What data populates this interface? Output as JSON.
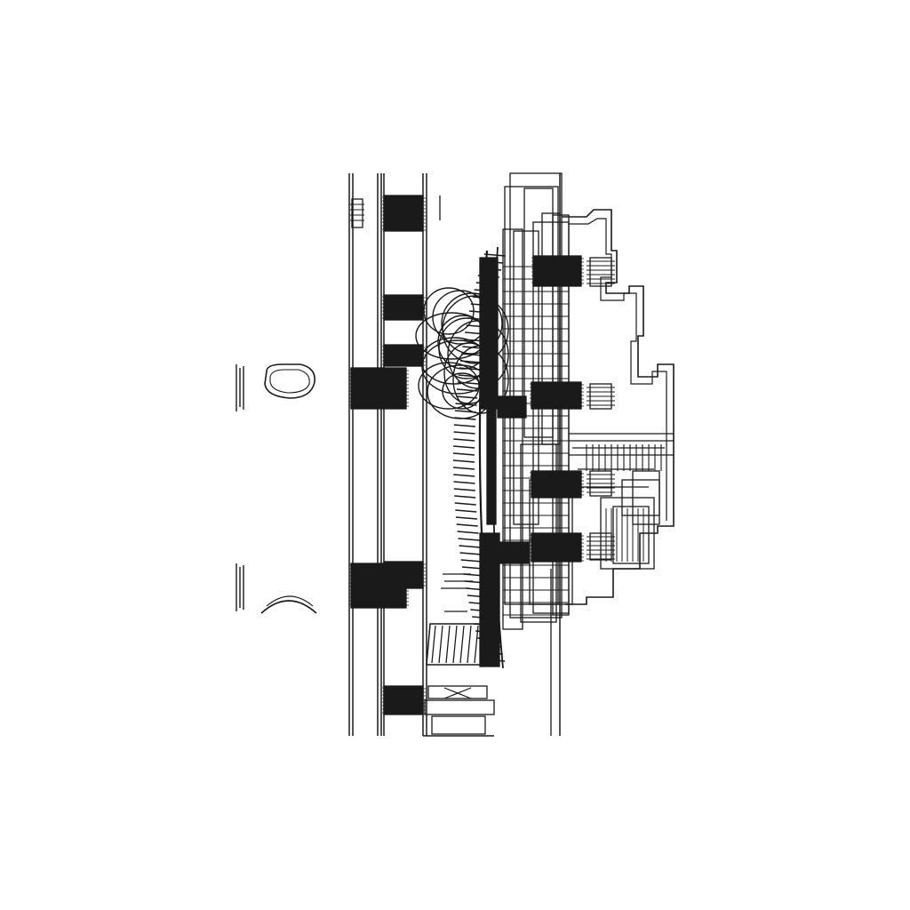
{
  "drawing": {
    "type": "mechanical-cad-linework",
    "background_color": "#ffffff",
    "line_color": "#1a1a1a",
    "fill_color": "#1a1a1a",
    "parts": [
      "left-brackets",
      "ellipse-slot",
      "arc-slot",
      "main-shaft",
      "threaded-fasteners",
      "ring-gear",
      "gear-teeth",
      "hatched-cylinder",
      "housing-frames",
      "stepped-profile",
      "bearing-assembly"
    ]
  }
}
